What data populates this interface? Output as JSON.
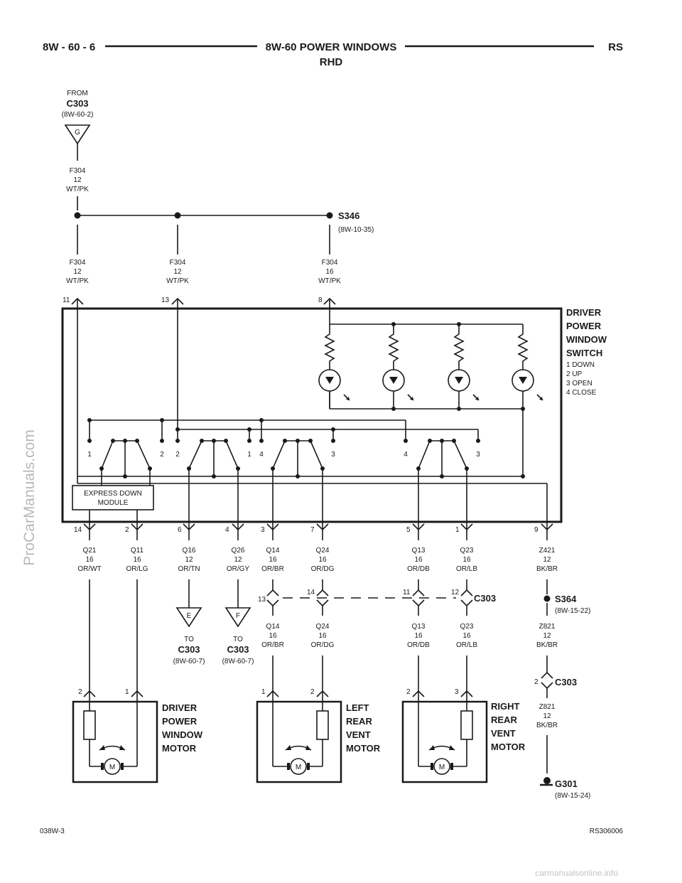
{
  "header": {
    "page": "8W - 60 - 6",
    "title": "8W-60 POWER WINDOWS",
    "subtitle": "RHD",
    "code": "RS"
  },
  "footer": {
    "left": "038W-3",
    "right": "RS306006"
  },
  "watermarks": {
    "side": "ProCarManuals.com",
    "bottom": "carmanualsonline.info"
  },
  "from_c303": {
    "from": "FROM",
    "name": "C303",
    "ref": "(8W-60-2)",
    "pin": "G"
  },
  "wire_top": [
    "F304",
    "12",
    "WT/PK"
  ],
  "splice_s346": {
    "name": "S346",
    "ref": "(8W-10-35)"
  },
  "feeds": [
    {
      "pin": "11",
      "lines": [
        "F304",
        "12",
        "WT/PK"
      ]
    },
    {
      "pin": "13",
      "lines": [
        "F304",
        "12",
        "WT/PK"
      ]
    },
    {
      "pin": "8",
      "lines": [
        "F304",
        "16",
        "WT/PK"
      ]
    }
  ],
  "switch": {
    "title_lines": [
      "DRIVER",
      "POWER",
      "WINDOW",
      "SWITCH"
    ],
    "legend": [
      "1 DOWN",
      "2 UP",
      "3 OPEN",
      "4 CLOSE"
    ]
  },
  "module": {
    "lines": [
      "EXPRESS DOWN",
      "MODULE"
    ]
  },
  "contact_labels": [
    "1",
    "2",
    "2",
    "1",
    "4",
    "3",
    "4",
    "3"
  ],
  "outputs": [
    {
      "pin": "14",
      "lines": [
        "Q21",
        "16",
        "OR/WT"
      ]
    },
    {
      "pin": "2",
      "lines": [
        "Q11",
        "16",
        "OR/LG"
      ]
    },
    {
      "pin": "6",
      "lines": [
        "Q16",
        "12",
        "OR/TN"
      ]
    },
    {
      "pin": "4",
      "lines": [
        "Q26",
        "12",
        "OR/GY"
      ]
    },
    {
      "pin": "3",
      "lines": [
        "Q14",
        "16",
        "OR/BR"
      ]
    },
    {
      "pin": "7",
      "lines": [
        "Q24",
        "16",
        "OR/DG"
      ]
    },
    {
      "pin": "5",
      "lines": [
        "Q13",
        "16",
        "OR/DB"
      ]
    },
    {
      "pin": "1",
      "lines": [
        "Q23",
        "16",
        "OR/LB"
      ]
    },
    {
      "pin": "9",
      "lines": [
        "Z421",
        "12",
        "BK/BR"
      ]
    }
  ],
  "to_c303": [
    {
      "pin": "E",
      "to": "TO",
      "name": "C303",
      "ref": "(8W-60-7)"
    },
    {
      "pin": "F",
      "to": "TO",
      "name": "C303",
      "ref": "(8W-60-7)"
    }
  ],
  "c303_mid": {
    "name": "C303",
    "pins": [
      "13",
      "14",
      "11",
      "12"
    ]
  },
  "lower_wires": [
    [
      "Q14",
      "16",
      "OR/BR"
    ],
    [
      "Q24",
      "16",
      "OR/DG"
    ],
    [
      "Q13",
      "16",
      "OR/DB"
    ],
    [
      "Q23",
      "16",
      "OR/LB"
    ]
  ],
  "splice_s364": {
    "name": "S364",
    "ref": "(8W-15-22)"
  },
  "z821_a": [
    "Z821",
    "12",
    "BK/BR"
  ],
  "c303_low": {
    "pin": "2",
    "name": "C303"
  },
  "z821_b": [
    "Z821",
    "12",
    "BK/BR"
  ],
  "ground": {
    "name": "G301",
    "ref": "(8W-15-24)"
  },
  "motors": [
    {
      "pins": [
        "2",
        "1"
      ],
      "label_lines": [
        "DRIVER",
        "POWER",
        "WINDOW",
        "MOTOR"
      ],
      "symbol": "M"
    },
    {
      "pins": [
        "1",
        "2"
      ],
      "label_lines": [
        "LEFT",
        "REAR",
        "VENT",
        "MOTOR"
      ],
      "symbol": "M"
    },
    {
      "pins": [
        "2",
        "3"
      ],
      "label_lines": [
        "RIGHT",
        "REAR",
        "VENT",
        "MOTOR"
      ],
      "symbol": "M"
    }
  ]
}
